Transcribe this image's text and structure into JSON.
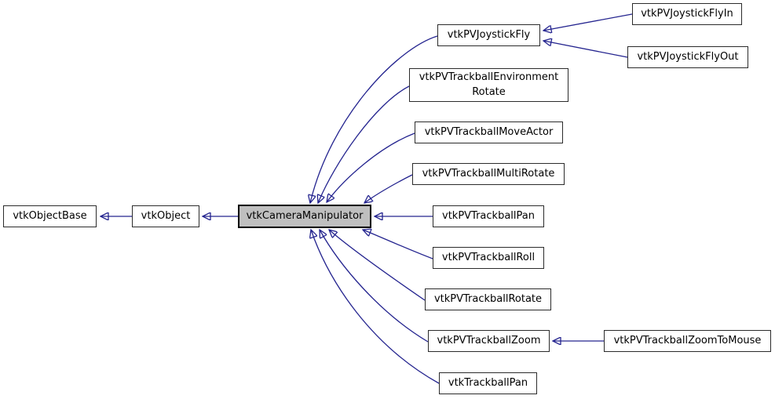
{
  "diagram": {
    "type": "inheritance-graph",
    "focus_node": "vtkCameraManipulator",
    "colors": {
      "background": "#ffffff",
      "edge": "#24248f",
      "node_fill": "#ffffff",
      "node_border": "#2b2b2b",
      "focus_node_fill": "#bfbfbf",
      "focus_node_border": "#000000",
      "text": "#000000"
    },
    "nodes": [
      {
        "id": "vtkObjectBase",
        "label": "vtkObjectBase"
      },
      {
        "id": "vtkObject",
        "label": "vtkObject"
      },
      {
        "id": "vtkCameraManipulator",
        "label": "vtkCameraManipulator"
      },
      {
        "id": "vtkPVJoystickFly",
        "label": "vtkPVJoystickFly"
      },
      {
        "id": "vtkPVJoystickFlyIn",
        "label": "vtkPVJoystickFlyIn"
      },
      {
        "id": "vtkPVJoystickFlyOut",
        "label": "vtkPVJoystickFlyOut"
      },
      {
        "id": "vtkPVTrackballEnvironmentRotate",
        "label": "vtkPVTrackballEnvironment\nRotate"
      },
      {
        "id": "vtkPVTrackballMoveActor",
        "label": "vtkPVTrackballMoveActor"
      },
      {
        "id": "vtkPVTrackballMultiRotate",
        "label": "vtkPVTrackballMultiRotate"
      },
      {
        "id": "vtkPVTrackballPan",
        "label": "vtkPVTrackballPan"
      },
      {
        "id": "vtkPVTrackballRoll",
        "label": "vtkPVTrackballRoll"
      },
      {
        "id": "vtkPVTrackballRotate",
        "label": "vtkPVTrackballRotate"
      },
      {
        "id": "vtkPVTrackballZoom",
        "label": "vtkPVTrackballZoom"
      },
      {
        "id": "vtkPVTrackballZoomToMouse",
        "label": "vtkPVTrackballZoomToMouse"
      },
      {
        "id": "vtkTrackballPan",
        "label": "vtkTrackballPan"
      }
    ],
    "edges": [
      {
        "from": "vtkObject",
        "to": "vtkObjectBase"
      },
      {
        "from": "vtkCameraManipulator",
        "to": "vtkObject"
      },
      {
        "from": "vtkPVJoystickFly",
        "to": "vtkCameraManipulator"
      },
      {
        "from": "vtkPVJoystickFlyIn",
        "to": "vtkPVJoystickFly"
      },
      {
        "from": "vtkPVJoystickFlyOut",
        "to": "vtkPVJoystickFly"
      },
      {
        "from": "vtkPVTrackballEnvironmentRotate",
        "to": "vtkCameraManipulator"
      },
      {
        "from": "vtkPVTrackballMoveActor",
        "to": "vtkCameraManipulator"
      },
      {
        "from": "vtkPVTrackballMultiRotate",
        "to": "vtkCameraManipulator"
      },
      {
        "from": "vtkPVTrackballPan",
        "to": "vtkCameraManipulator"
      },
      {
        "from": "vtkPVTrackballRoll",
        "to": "vtkCameraManipulator"
      },
      {
        "from": "vtkPVTrackballRotate",
        "to": "vtkCameraManipulator"
      },
      {
        "from": "vtkPVTrackballZoom",
        "to": "vtkCameraManipulator"
      },
      {
        "from": "vtkPVTrackballZoomToMouse",
        "to": "vtkPVTrackballZoom"
      },
      {
        "from": "vtkTrackballPan",
        "to": "vtkCameraManipulator"
      }
    ]
  }
}
